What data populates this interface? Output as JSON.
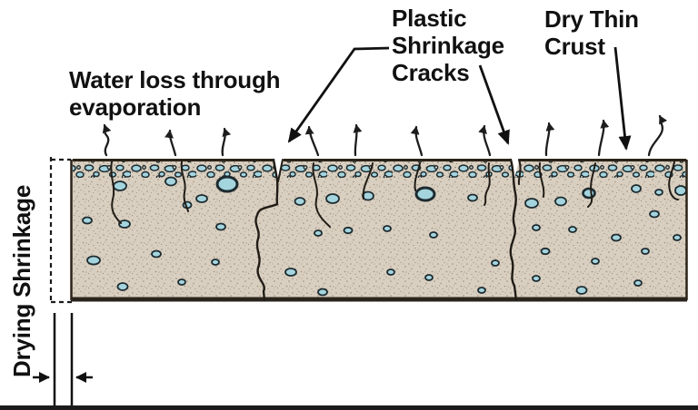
{
  "diagram": {
    "labels": {
      "water_loss": {
        "line1": "Water loss through",
        "line2": "evaporation"
      },
      "plastic_cracks": {
        "line1": "Plastic",
        "line2": "Shrinkage",
        "line3": "Cracks"
      },
      "dry_crust": {
        "line1": "Dry Thin",
        "line2": "Crust"
      },
      "drying_shrinkage": "Drying Shrinkage"
    },
    "colors": {
      "background": "#ffffff",
      "slab_fill": "#d9cfc0",
      "stipple": "#70624e",
      "aggregate_fill": "#a4d5df",
      "outline": "#1d1d1d",
      "text": "#111111",
      "bottom_bar": "#1b1b1b"
    }
  }
}
